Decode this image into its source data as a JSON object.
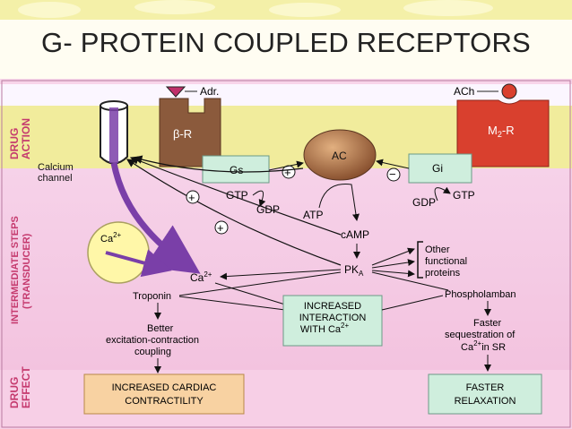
{
  "slide": {
    "title": "G- PROTEIN COUPLED RECEPTORS"
  },
  "side_labels": {
    "drug_action": [
      "DRUG",
      "ACTION"
    ],
    "intermediate": [
      "INTERMEDIATE STEPS",
      "(TRANSDUCER)"
    ],
    "drug_effect": [
      "DRUG",
      "EFFECT"
    ]
  },
  "diagram": {
    "adr": "Adr.",
    "beta_r": "β-R",
    "ach": "ACh",
    "m2r": "M",
    "m2r_sub": "2",
    "m2r_suffix": "-R",
    "gs": "Gs",
    "gi": "Gi",
    "ac": "AC",
    "calcium_channel": [
      "Calcium",
      "channel"
    ],
    "gtp_left": "GTP",
    "gdp_left": "GDP",
    "atp": "ATP",
    "gtp_right": "GTP",
    "gdp_right": "GDP",
    "camp": "cAMP",
    "ca_ion": "Ca",
    "ca_ion_sup": "2+",
    "ca_center": "Ca",
    "ca_center_sup": "2+",
    "pka": "PK",
    "pka_sub": "A",
    "other_functional": [
      "Other",
      "functional",
      "proteins"
    ],
    "troponin": "Troponin",
    "better": [
      "Better",
      "excitation-contraction",
      "coupling"
    ],
    "increased_interaction": [
      "INCREASED",
      "INTERACTION",
      "WITH Ca"
    ],
    "increased_interaction_sup": "2+",
    "phospholamban": "Phospholamban",
    "faster_seq": [
      "Faster",
      "sequestration of",
      "Ca",
      "in SR"
    ],
    "faster_seq_sup": "2+",
    "increased_contractility": [
      "INCREASED CARDIAC",
      "CONTRACTILITY"
    ],
    "faster_relaxation": [
      "FASTER",
      "RELAXATION"
    ],
    "plus": "+",
    "minus": "−"
  },
  "colors": {
    "band_top": "#f3eea0",
    "band_pink": "#f8cde6",
    "band_bottom": "#f8d3e8",
    "beta_receptor": "#8b5a3c",
    "m2_receptor": "#d9402e",
    "g_protein_box": "#cfeedd",
    "ac_ball": "#b0784a",
    "arrow_purple": "#7a3fa8",
    "effect_box": "#f8d2a2",
    "relax_box": "#cfeedd"
  }
}
